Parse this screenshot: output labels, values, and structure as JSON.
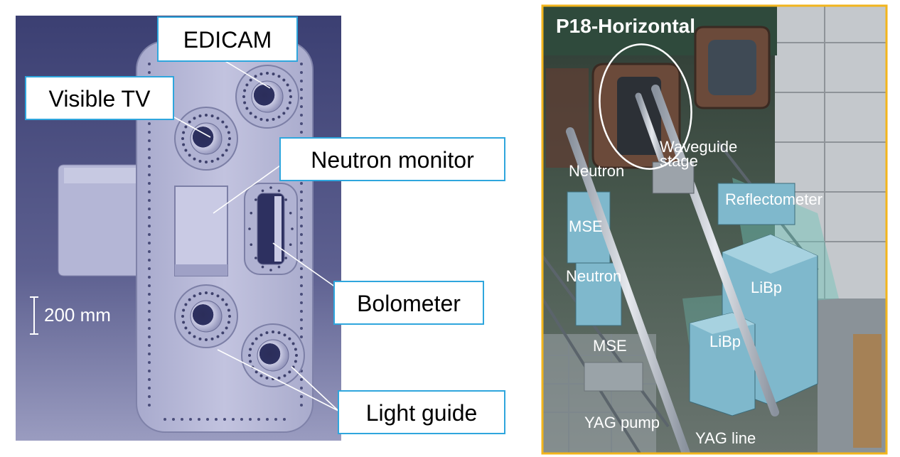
{
  "left_panel": {
    "labels": {
      "edicam": "EDICAM",
      "visible_tv": "Visible TV",
      "neutron_monitor": "Neutron monitor",
      "bolometer": "Bolometer",
      "light_guide": "Light guide"
    },
    "scale_bar": "200 mm",
    "colors": {
      "background_top": "#3b3f72",
      "background_bottom": "#8d90b6",
      "plate": "#b9bad8",
      "callout_border": "#2fa6dd"
    }
  },
  "right_panel": {
    "title": "P18-Horizontal",
    "labels": {
      "waveguide": "Waveguide",
      "stage": "stage",
      "neutron_top": "Neutron",
      "reflectometer": "Reflectometer",
      "mse_top": "MSE",
      "neutron_mid": "Neutron",
      "libp_right": "LiBp",
      "libp_left": "LiBp",
      "mse_bottom": "MSE",
      "yag_pump": "YAG pump",
      "yag_line": "YAG line"
    },
    "colors": {
      "frame": "#f2b51d",
      "box": "#7fb8cc",
      "rod": "#c7cdd6"
    }
  }
}
